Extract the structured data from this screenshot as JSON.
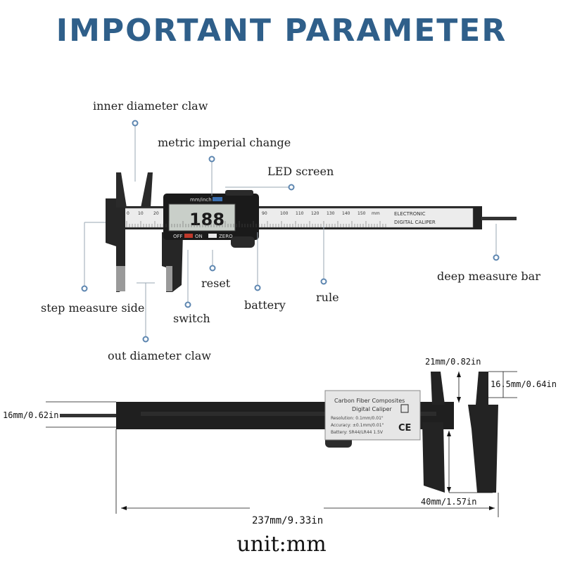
{
  "title": "IMPORTANT PARAMETER",
  "colors": {
    "title": "#2f5f8a",
    "caliper": "#1f1f1f",
    "scale": "#e8e8e8",
    "lcd": "#c9cfc9",
    "leader": "#9aa7b3",
    "dot": "#5d86b0"
  },
  "labels": {
    "inner_diameter_claw": "inner diameter claw",
    "metric_imperial_change": "metric imperial change",
    "led_screen": "LED screen",
    "deep_measure_bar": "deep measure bar",
    "step_measure_side": "step measure side",
    "reset": "reset",
    "battery": "battery",
    "rule": "rule",
    "switch": "switch",
    "out_diameter_claw": "out diameter claw"
  },
  "caliper_top": {
    "lcd_reading": "188",
    "mm_inch_label": "mm/inch",
    "off_label": "OFF",
    "on_label": "ON",
    "zero_label": "ZERO",
    "brand_line1": "ELECTRONIC",
    "brand_line2": "DIGITAL CALIPER",
    "scale_marks": [
      "0",
      "10",
      "20",
      "90",
      "100",
      "110",
      "120",
      "130",
      "140",
      "150",
      "mm"
    ]
  },
  "caliper_bottom": {
    "label_line1": "Carbon Fiber Composites",
    "label_line2": "Digital Caliper",
    "resolution": "Resolution: 0.1mm/0.01\"",
    "accuracy": "Accuracy: ±0.1mm/0.01\"",
    "battery_spec": "Battery: SR44/LR44 1.5V",
    "ce_mark": "CE"
  },
  "dimensions": {
    "jaw_gap": "21mm/0.82in",
    "jaw_tip": "16.5mm/0.64in",
    "bar_height": "16mm/0.62in",
    "jaw_depth": "40mm/1.57in",
    "total_length": "237mm/9.33in"
  },
  "unit": "unit:mm"
}
